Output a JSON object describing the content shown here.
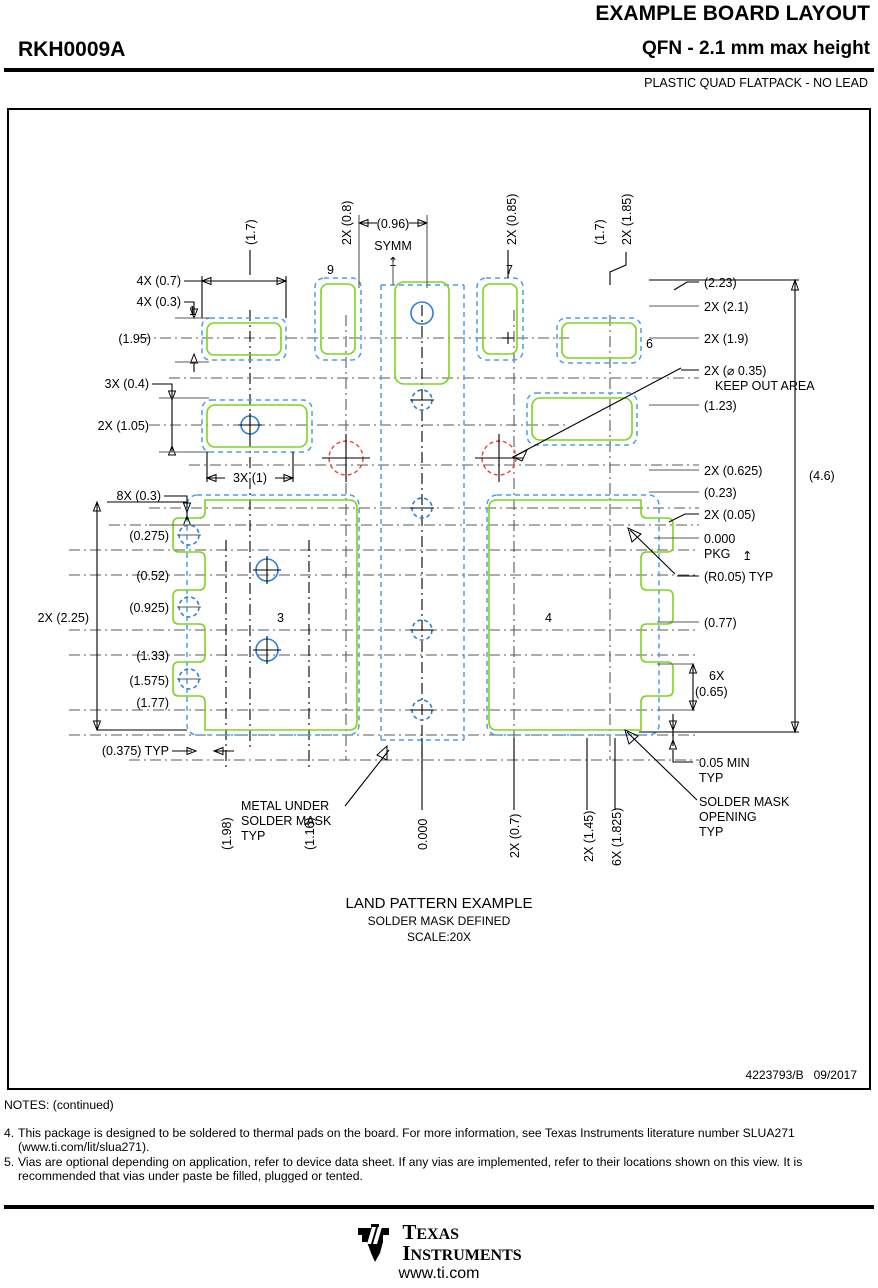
{
  "header": {
    "title": "EXAMPLE BOARD LAYOUT",
    "part_number": "RKH0009A",
    "package": "QFN - 2.1 mm max height",
    "subtitle": "PLASTIC QUAD FLATPACK - NO LEAD"
  },
  "drawing": {
    "doc_number": "4223793/B",
    "doc_date": "09/2017",
    "caption_line1": "LAND PATTERN EXAMPLE",
    "caption_line2": "SOLDER MASK DEFINED",
    "caption_line3": "SCALE:20X",
    "top_labels": {
      "d_1_7_left": "(1.7)",
      "d_2x_0_8": "2X (0.8)",
      "d_0_96": "(0.96)",
      "symm": "SYMM",
      "d_2x_0_85": "2X (0.85)",
      "d_1_7_right": "(1.7)",
      "d_2x_1_85": "2X (1.85)"
    },
    "left_labels": {
      "d_4x_0_7": "4X (0.7)",
      "d_4x_0_3": "4X (0.3)",
      "d_1_95": "(1.95)",
      "d_3x_0_4": "3X (0.4)",
      "d_2x_1_05": "2X (1.05)",
      "d_3x_1": "3X (1)",
      "d_8x_0_3": "8X (0.3)",
      "d_2x_2_25": "2X (2.25)",
      "d_0_275": "(0.275)",
      "d_0_52": "(0.52)",
      "d_0_925": "(0.925)",
      "d_1_33": "(1.33)",
      "d_1_575": "(1.575)",
      "d_1_77": "(1.77)",
      "d_0_375_typ": "(0.375) TYP"
    },
    "right_labels": {
      "d_2_23": "(2.23)",
      "d_2x_2_1": "2X (2.1)",
      "d_2x_1_9": "2X (1.9)",
      "keepout_dim": "2X (⌀ 0.35)",
      "keepout_text": "KEEP OUT AREA",
      "d_1_23": "(1.23)",
      "d_2x_0_625": "2X (0.625)",
      "d_0_23": "(0.23)",
      "d_2x_0_05": "2X (0.05)",
      "d_0_000": "0.000",
      "pkg_cl": "PKG",
      "d_r0_05_typ": "(R0.05) TYP",
      "d_0_77": "(0.77)",
      "d_6x_top": "6X",
      "d_6x_0_65": "(0.65)",
      "d_0_05_min": "0.05 MIN",
      "d_0_05_min2": "TYP",
      "solder_mask_1": "SOLDER MASK",
      "solder_mask_2": "OPENING",
      "solder_mask_3": "TYP",
      "d_4_6": "(4.6)"
    },
    "bottom_labels": {
      "d_1_98": "(1.98)",
      "d_1_16": "(1.16)",
      "d_0_000": "0.000",
      "d_2x_0_7": "2X (0.7)",
      "d_2x_1_45": "2X (1.45)",
      "d_6x_1_825": "6X (1.825)",
      "metal_1": "METAL UNDER",
      "metal_2": "SOLDER MASK",
      "metal_3": "TYP"
    },
    "pin_numbers": {
      "p1": "1",
      "p3": "3",
      "p4": "4",
      "p6": "6",
      "p7": "7",
      "p9": "9"
    },
    "colors": {
      "solder_mask_opening": "#7ED321",
      "metal_under_mask": "#4A9FE8",
      "via": "#2E7FD4",
      "keep_out": "#E8443A",
      "dimension_line": "#595959"
    }
  },
  "notes": {
    "heading": "NOTES: (continued)",
    "items": [
      {
        "num": "4.",
        "text": "This package is designed to be soldered to thermal pads on the board. For more information, see Texas Instruments literature number SLUA271 (www.ti.com/lit/slua271)."
      },
      {
        "num": "5.",
        "text": "Vias are optional depending on application, refer to device data sheet. If any vias are implemented, refer to their locations shown on this view. It is recommended that vias under paste be filled, plugged or tented."
      }
    ]
  },
  "footer": {
    "brand_line1": "T",
    "brand_line1_rest": "EXAS",
    "brand_line2": "I",
    "brand_line2_rest": "NSTRUMENTS",
    "url": "www.ti.com"
  }
}
